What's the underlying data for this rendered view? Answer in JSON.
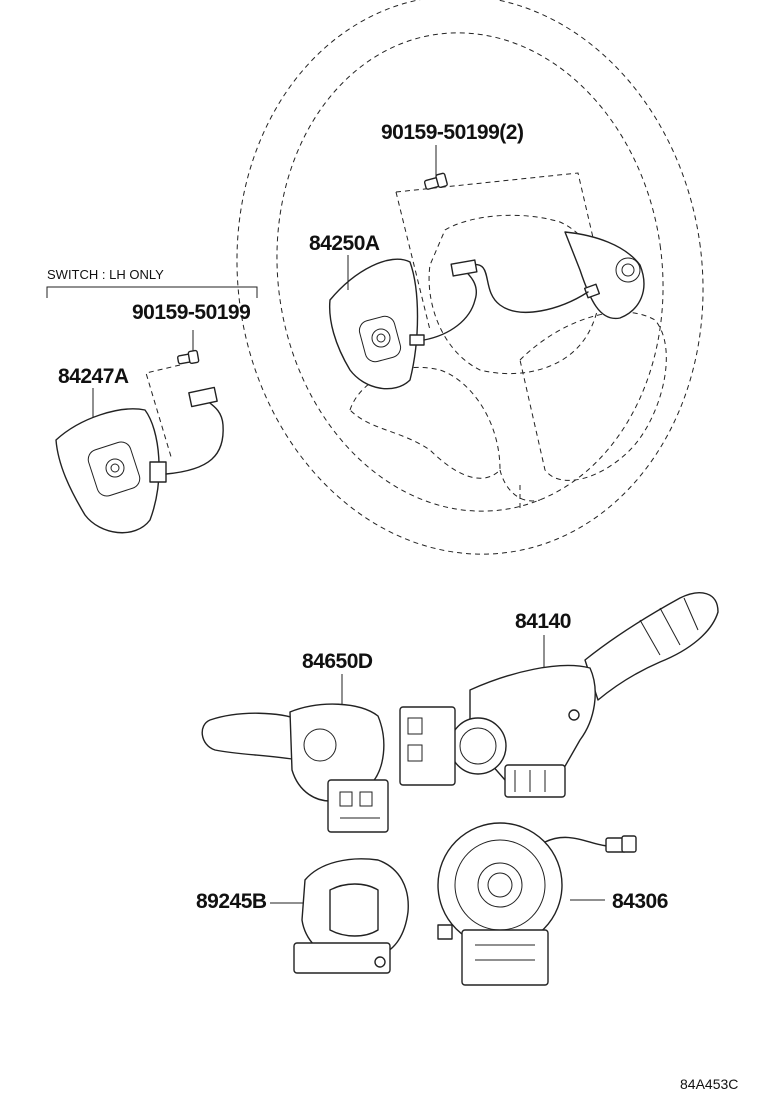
{
  "labels": {
    "bolt_qty": "90159-50199(2)",
    "switch_assy_r": "84250A",
    "note": "SWITCH : LH ONLY",
    "bolt_single": "90159-50199",
    "switch_assy_l": "84247A",
    "combo_switch": "84140",
    "lever_switch": "84650D",
    "sensor": "89245B",
    "spiral_cable": "84306",
    "diagram_code": "84A453C"
  }
}
